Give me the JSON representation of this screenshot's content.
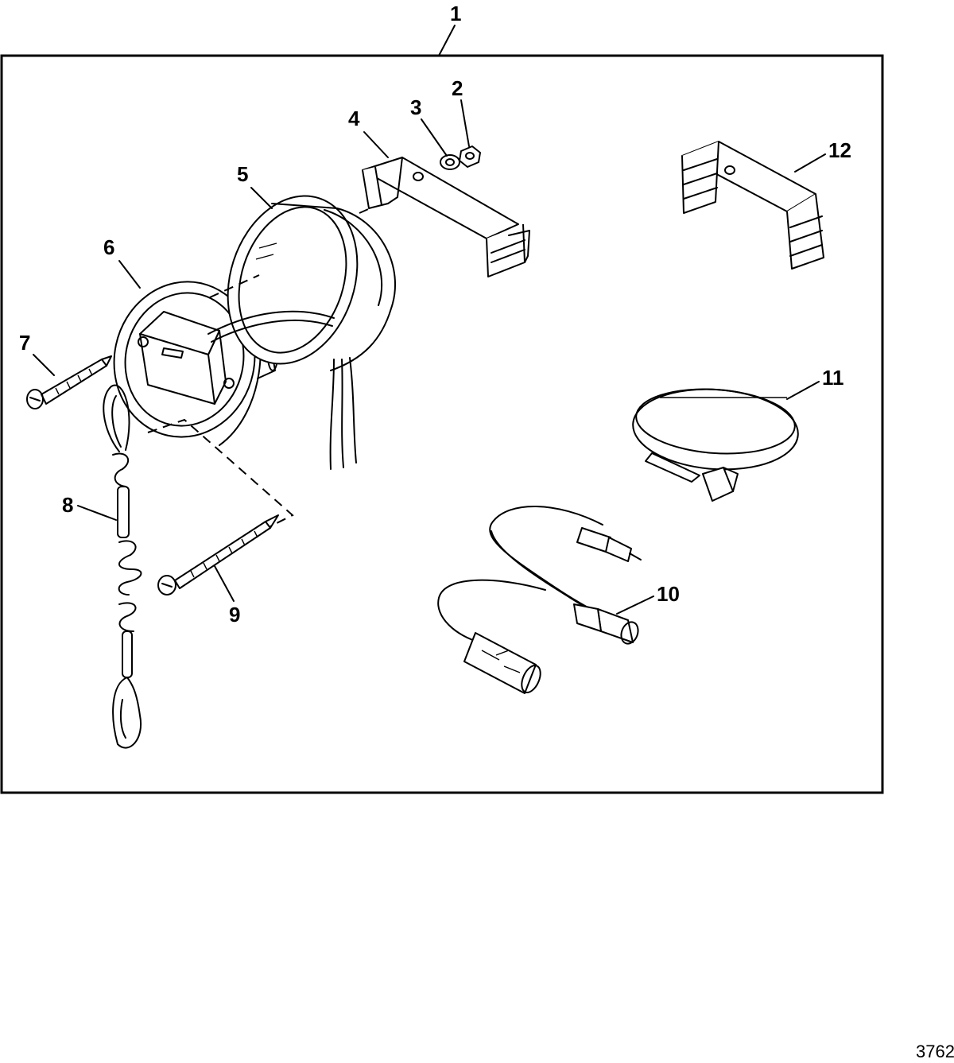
{
  "diagram": {
    "figure_number": "3762",
    "callouts": [
      "1",
      "2",
      "3",
      "4",
      "5",
      "6",
      "7",
      "8",
      "9",
      "10",
      "11",
      "12"
    ]
  }
}
